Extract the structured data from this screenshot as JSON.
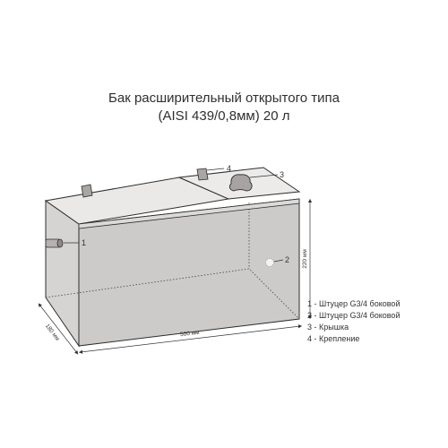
{
  "title": {
    "line1": "Бак расширительный открытого типа",
    "line2": "(AISI 439/0,8мм) 20 л"
  },
  "callouts": {
    "c1": "1",
    "c2": "2",
    "c3": "3",
    "c4": "4"
  },
  "dimensions": {
    "length": "500 мм",
    "depth": "180 мм",
    "height": "220 мм"
  },
  "legend": [
    "1 - Штуцер G3/4 боковой",
    "2 - Штуцер G3/4 боковой",
    "3 - Крышка",
    "4 - Крепление"
  ],
  "colors": {
    "body_front": "#cdcbca",
    "body_side": "#c9c7c6",
    "lid_top": "#ebe9e8",
    "outline": "#2d2d2d",
    "fitting": "#b5b1ae"
  }
}
